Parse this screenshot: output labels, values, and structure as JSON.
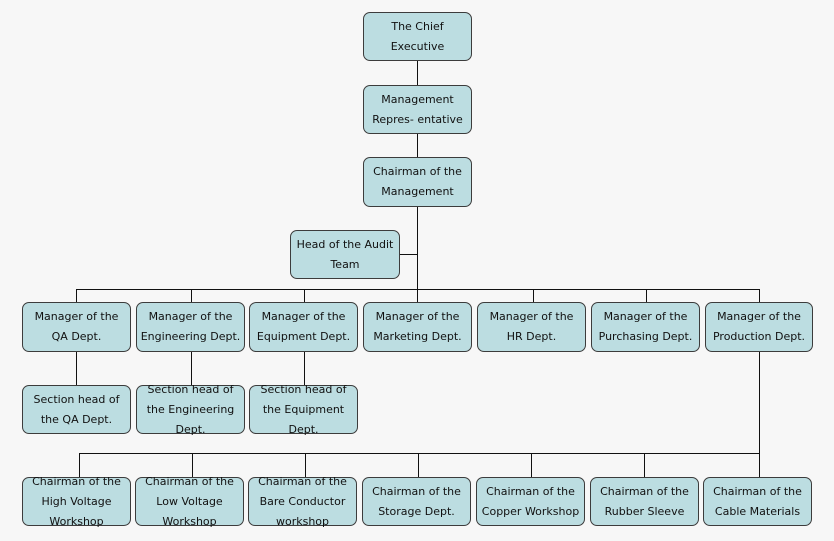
{
  "nodes": {
    "ceo": "The Chief Executive",
    "mgmt_rep": "Management Repres- entative",
    "chairman_mgmt": "Chairman of the Management",
    "audit": "Head of the Audit Team",
    "mgr_qa": "Manager of the QA Dept.",
    "mgr_eng": "Manager of the Engineering Dept.",
    "mgr_equip": "Manager of the Equipment Dept.",
    "mgr_mkt": "Manager of the Marketing Dept.",
    "mgr_hr": "Manager of the HR Dept.",
    "mgr_purch": "Manager of the Purchasing Dept.",
    "mgr_prod": "Manager of the Production Dept.",
    "sec_qa": "Section head of the QA Dept.",
    "sec_eng": "Section head of the Engineering Dept.",
    "sec_equip": "Section head of the Equipment Dept.",
    "ch_hv": "Chairman of the High Voltage Workshop",
    "ch_lv": "Chairman of the Low Voltage Workshop",
    "ch_bare": "Chairman of the Bare Conductor workshop",
    "ch_storage": "Chairman of the Storage Dept.",
    "ch_copper": "Chairman of the Copper Workshop",
    "ch_rubber": "Chairman of the Rubber Sleeve",
    "ch_cable": "Chairman of the Cable Materials"
  },
  "colors": {
    "node_fill": "#bcdde1",
    "node_border": "#3c3c3c",
    "line": "#111111",
    "background": "#f7f7f7"
  }
}
